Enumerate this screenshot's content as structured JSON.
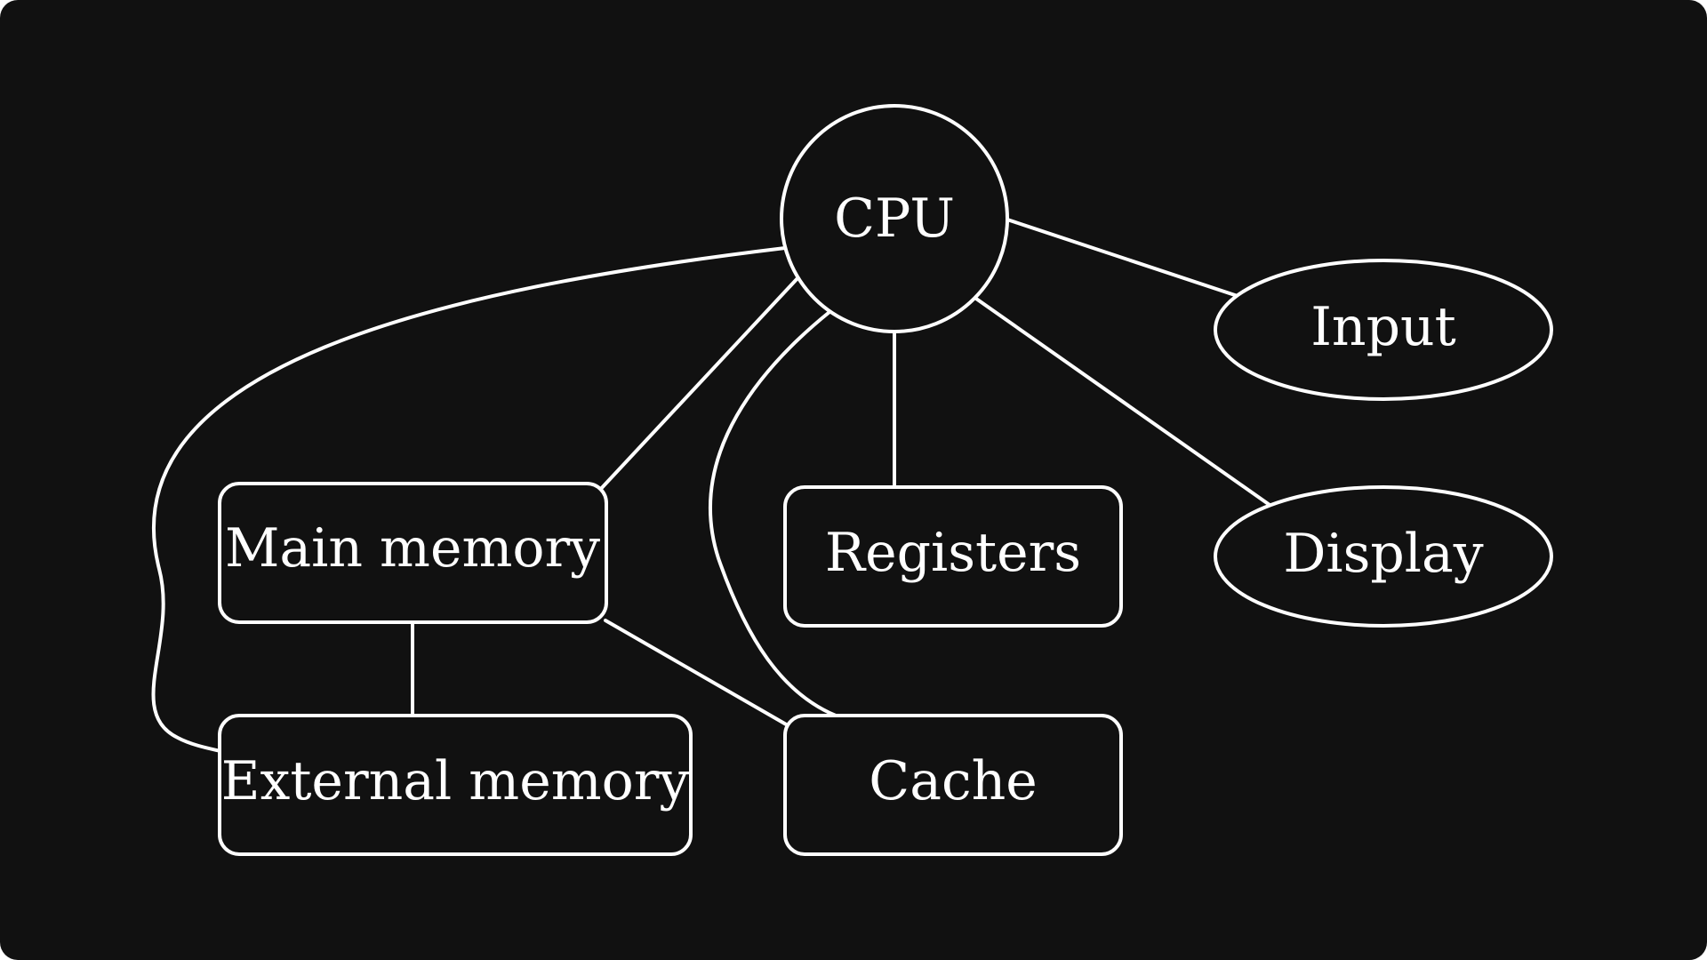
{
  "diagram": {
    "colors": {
      "background": "#111111",
      "stroke": "#ffffff",
      "text": "#ffffff"
    },
    "nodes": [
      {
        "id": "cpu",
        "label": "CPU",
        "shape": "circle"
      },
      {
        "id": "input",
        "label": "Input",
        "shape": "ellipse"
      },
      {
        "id": "display",
        "label": "Display",
        "shape": "ellipse"
      },
      {
        "id": "main-memory",
        "label": "Main memory",
        "shape": "rounded-rectangle"
      },
      {
        "id": "registers",
        "label": "Registers",
        "shape": "rounded-rectangle"
      },
      {
        "id": "external-memory",
        "label": "External memory",
        "shape": "rounded-rectangle"
      },
      {
        "id": "cache",
        "label": "Cache",
        "shape": "rounded-rectangle"
      }
    ],
    "edges": [
      {
        "from": "cpu",
        "to": "input"
      },
      {
        "from": "cpu",
        "to": "display"
      },
      {
        "from": "cpu",
        "to": "registers"
      },
      {
        "from": "cpu",
        "to": "main-memory"
      },
      {
        "from": "cpu",
        "to": "cache"
      },
      {
        "from": "cpu",
        "to": "external-memory"
      },
      {
        "from": "main-memory",
        "to": "external-memory"
      },
      {
        "from": "main-memory",
        "to": "cache"
      }
    ]
  }
}
